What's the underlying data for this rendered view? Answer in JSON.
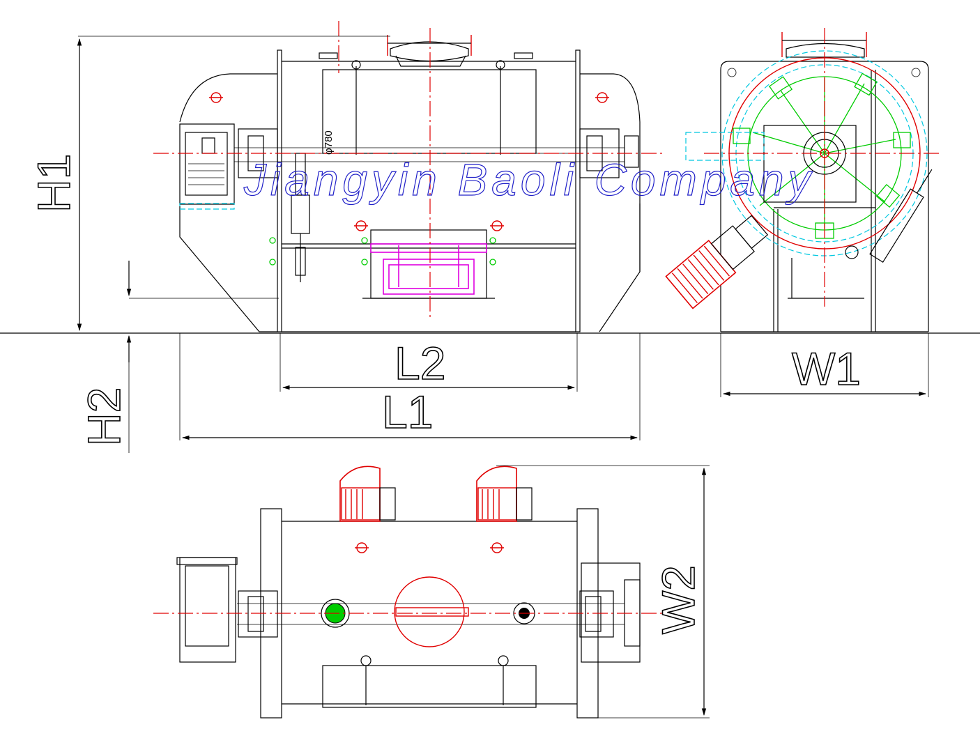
{
  "labels": {
    "h1": "H1",
    "h2": "H2",
    "l1": "L1",
    "l2": "L2",
    "w1": "W1",
    "w2": "W2",
    "diameter": "φ780"
  },
  "watermark": "Jiangyin Baoli Company",
  "colors": {
    "outline": "#000000",
    "centerline": "#e00000",
    "rotor": "#00cc00",
    "hidden": "#00c8e0",
    "discharge": "#e000e0",
    "watermark": "#2020c8"
  }
}
